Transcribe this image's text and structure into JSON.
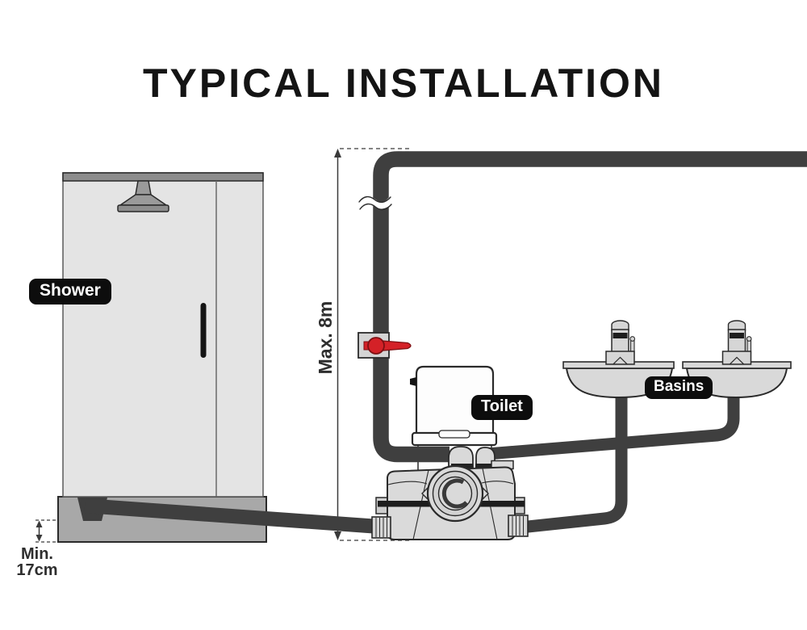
{
  "title": "TYPICAL INSTALLATION",
  "fixtures": {
    "shower_label": "Shower",
    "toilet_label": "Toilet",
    "basins_label": "Basins"
  },
  "measurements": {
    "discharge_height": "Max. 8m",
    "floor_recess_line1": "Min.",
    "floor_recess_line2": "17cm"
  },
  "colors": {
    "background": "#ffffff",
    "pipe": "#3f3f3f",
    "fixture_fill": "#dadada",
    "fixture_outline": "#2a2a2a",
    "label_background": "#0d0d0d",
    "label_text": "#ffffff",
    "valve_red": "#d42127",
    "dimension_text": "#2e2e2e"
  },
  "icons": {
    "shower-head-icon": "cone-shower-head",
    "faucet-icon": "tap-with-side-lever",
    "valve-icon": "red-lever-shutoff-valve",
    "pipe-break-icon": "double-wave-break"
  }
}
